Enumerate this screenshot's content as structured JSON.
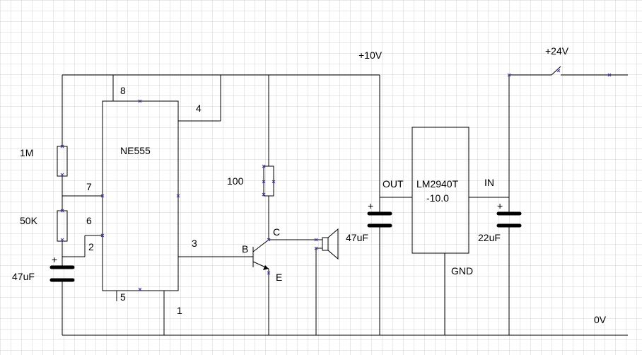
{
  "schematic": {
    "ic_timer": {
      "name": "NE555",
      "pins": [
        "8",
        "4",
        "7",
        "6",
        "2",
        "3",
        "5",
        "1"
      ]
    },
    "regulator": {
      "name": "LM2940T",
      "value": "-10.0",
      "out_label": "OUT",
      "in_label": "IN",
      "gnd_label": "GND"
    },
    "rails": {
      "supply_out": "+10V",
      "supply_in": "+24V",
      "ground": "0V"
    },
    "resistors": {
      "r1": "1M",
      "r2": "50K",
      "r3": "100"
    },
    "capacitors": {
      "c_timing": "47uF",
      "c_out": "47uF",
      "c_in": "22uF"
    },
    "transistor": {
      "base": "B",
      "collector": "C",
      "emitter": "E"
    },
    "polarity_mark": "+"
  },
  "colors": {
    "grid": "#d2d2d2",
    "wire": "#000000",
    "connection_mark": "#3a3aa0"
  }
}
